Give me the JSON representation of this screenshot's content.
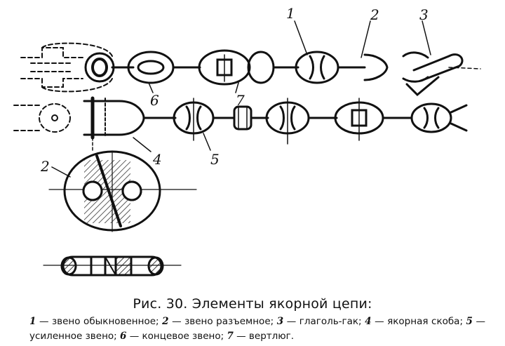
{
  "figure": {
    "labels": [
      {
        "id": "num-1",
        "text": "1"
      },
      {
        "id": "num-2-top",
        "text": "2"
      },
      {
        "id": "num-3",
        "text": "3"
      },
      {
        "id": "num-6",
        "text": "6"
      },
      {
        "id": "num-7",
        "text": "7"
      },
      {
        "id": "num-4",
        "text": "4"
      },
      {
        "id": "num-5",
        "text": "5"
      },
      {
        "id": "num-2-detail",
        "text": "2"
      }
    ]
  },
  "caption": {
    "title": "Рис. 30. Элементы якорной цепи:",
    "legend": [
      {
        "num": "1",
        "text": "— звено обыкновенное;"
      },
      {
        "num": "2",
        "text": "— звено разъемное;"
      },
      {
        "num": "3",
        "text": "— глаголь-гак;"
      },
      {
        "num": "4",
        "text": "— якорная скоба;"
      },
      {
        "num": "5",
        "text": "— усиленное звено;"
      },
      {
        "num": "6",
        "text": "— концевое звено;"
      },
      {
        "num": "7",
        "text": "— вертлюг."
      }
    ]
  }
}
